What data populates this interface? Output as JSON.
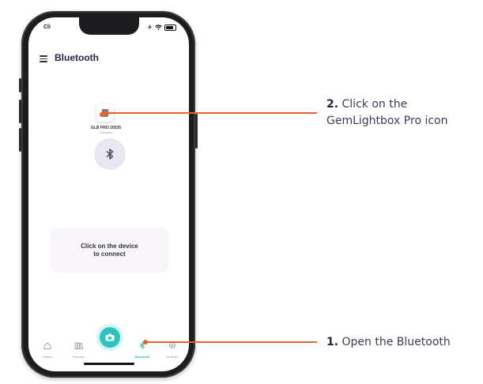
{
  "status_bar": {
    "time": "Cli"
  },
  "header": {
    "title": "Bluetooth"
  },
  "device": {
    "name": "GLB PRO 20535",
    "subtitle": "connected"
  },
  "hint": {
    "line1": "Click on the device",
    "line2": "to connect"
  },
  "tabbar": {
    "items": [
      {
        "label": "Gallery",
        "icon": "home-icon"
      },
      {
        "label": "Tutorials",
        "icon": "books-icon"
      },
      {
        "label": "Bluetooth",
        "icon": "bluetooth-icon",
        "active": true
      },
      {
        "label": "Settings",
        "icon": "gear-icon"
      }
    ],
    "camera_icon": "camera-icon"
  },
  "callouts": [
    {
      "number": "2.",
      "line1": "Click on the",
      "line2": "GemLightbox Pro icon"
    },
    {
      "number": "1.",
      "line1": "Open the Bluetooth"
    }
  ],
  "colors": {
    "accent": "#e8632b",
    "teal": "#2ec4be",
    "title": "#1f2540",
    "phone_frame": "#1d1d1f"
  }
}
